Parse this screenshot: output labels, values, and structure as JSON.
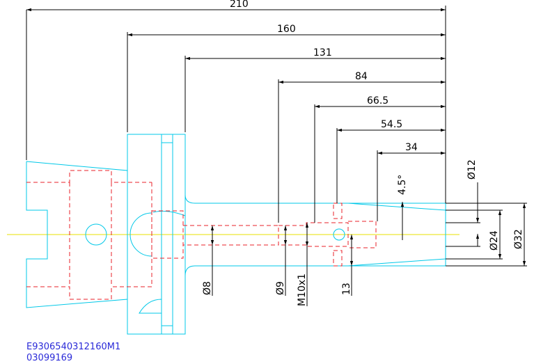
{
  "drawing": {
    "length_dimensions": [
      "210",
      "160",
      "131",
      "84",
      "66.5",
      "54.5",
      "34"
    ],
    "diameter_dimensions": [
      "Ø12",
      "Ø24",
      "Ø32"
    ],
    "angle": "4.5°",
    "internal_dimensions": [
      "Ø8",
      "Ø9",
      "M10x1",
      "13"
    ],
    "part_number": "E9306540312160M1",
    "code": "03099169"
  },
  "colors": {
    "outline": "#00c8e8",
    "hidden": "#e8202a",
    "dimension": "#000000",
    "centerline": "#e8e000",
    "code_text": "#2a2ad8"
  }
}
